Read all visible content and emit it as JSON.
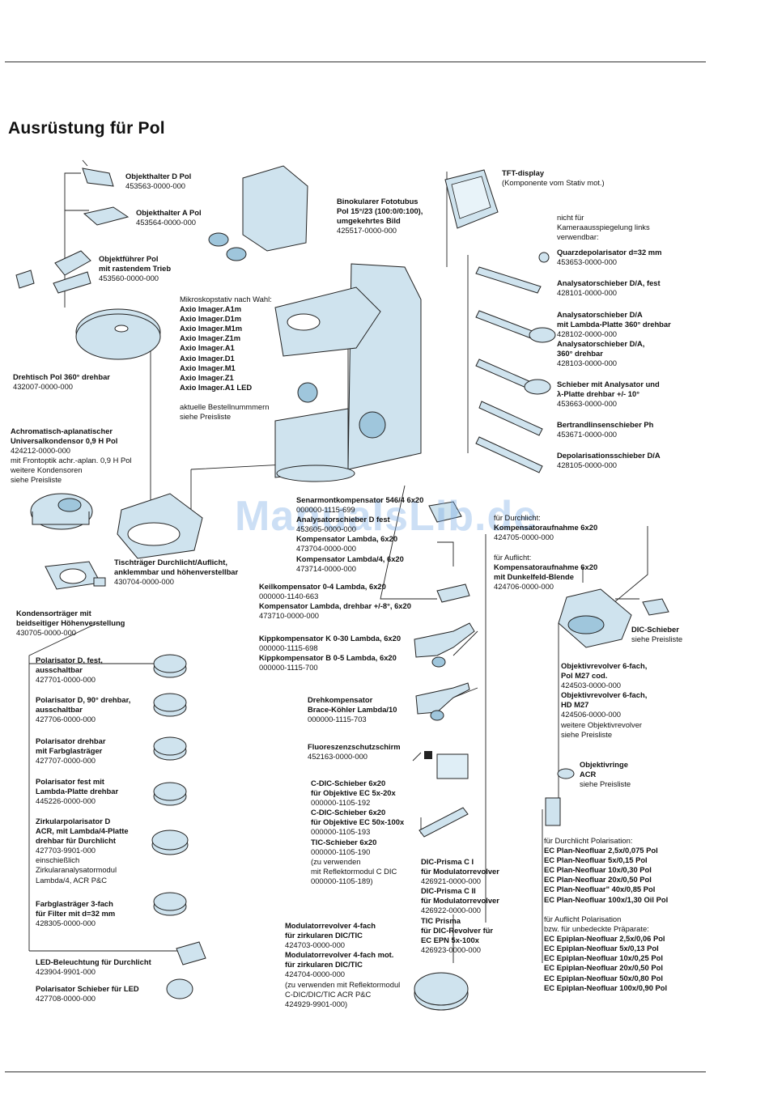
{
  "page": {
    "title": "Ausrüstung für Pol"
  },
  "watermark": "ManualsLib.de",
  "labels": [
    {
      "id": "objekthalter-d-pol",
      "lines": [
        {
          "t": "Objekthalter D Pol",
          "b": true
        },
        {
          "t": "453563-0000-000",
          "b": false
        }
      ]
    },
    {
      "id": "objekthalter-a-pol",
      "lines": [
        {
          "t": "Objekthalter A Pol",
          "b": true
        },
        {
          "t": "453564-0000-000",
          "b": false
        }
      ]
    },
    {
      "id": "objektfuehrer-pol",
      "lines": [
        {
          "t": "Objektführer Pol",
          "b": true
        },
        {
          "t": "mit rastendem Trieb",
          "b": true
        },
        {
          "t": "453560-0000-000",
          "b": false
        }
      ]
    },
    {
      "id": "binokularer-fototubus",
      "lines": [
        {
          "t": "Binokularer Fototubus",
          "b": true
        },
        {
          "t": "Pol 15°/23 (100:0/0:100),",
          "b": true
        },
        {
          "t": "umgekehrtes Bild",
          "b": true
        },
        {
          "t": "425517-0000-000",
          "b": false
        }
      ]
    },
    {
      "id": "tft-display",
      "lines": [
        {
          "t": "TFT-display",
          "b": true
        },
        {
          "t": "(Komponente vom Stativ mot.)",
          "b": false
        }
      ]
    },
    {
      "id": "nicht-fuer-kamera",
      "lines": [
        {
          "t": "nicht für",
          "b": false
        },
        {
          "t": "Kameraausspiegelung links",
          "b": false
        },
        {
          "t": "verwendbar:",
          "b": false
        }
      ]
    },
    {
      "id": "quarzdepolarisator",
      "lines": [
        {
          "t": "Quarzdepolarisator d=32 mm",
          "b": true
        },
        {
          "t": "453653-0000-000",
          "b": false
        }
      ]
    },
    {
      "id": "analysatorschieber-fest",
      "lines": [
        {
          "t": "Analysatorschieber D/A, fest",
          "b": true
        },
        {
          "t": "428101-0000-000",
          "b": false
        }
      ]
    },
    {
      "id": "analysatorschieber-lambda",
      "lines": [
        {
          "t": "Analysatorschieber D/A",
          "b": true
        },
        {
          "t": "mit Lambda-Platte 360° drehbar",
          "b": true
        },
        {
          "t": "428102-0000-000",
          "b": false
        }
      ]
    },
    {
      "id": "analysatorschieber-360",
      "lines": [
        {
          "t": "Analysatorschieber D/A,",
          "b": true
        },
        {
          "t": "360° drehbar",
          "b": true
        },
        {
          "t": "428103-0000-000",
          "b": false
        }
      ]
    },
    {
      "id": "schieber-analysator-lambda",
      "lines": [
        {
          "t": "Schieber mit Analysator und",
          "b": true
        },
        {
          "t": "λ-Platte drehbar +/- 10°",
          "b": true
        },
        {
          "t": "453663-0000-000",
          "b": false
        }
      ]
    },
    {
      "id": "bertrandlinsenschieber",
      "lines": [
        {
          "t": "Bertrandlinsenschieber Ph",
          "b": true
        },
        {
          "t": "453671-0000-000",
          "b": false
        }
      ]
    },
    {
      "id": "depolarisationsschieber",
      "lines": [
        {
          "t": "Depolarisationsschieber D/A",
          "b": true
        },
        {
          "t": "428105-0000-000",
          "b": false
        }
      ]
    },
    {
      "id": "mikroskopstativ",
      "lines": [
        {
          "t": "Mikroskopstativ nach Wahl:",
          "b": false
        },
        {
          "t": "Axio Imager.A1m",
          "b": true
        },
        {
          "t": "Axio Imager.D1m",
          "b": true
        },
        {
          "t": "Axio Imager.M1m",
          "b": true
        },
        {
          "t": "Axio Imager.Z1m",
          "b": true
        },
        {
          "t": "Axio Imager.A1",
          "b": true
        },
        {
          "t": "Axio Imager.D1",
          "b": true
        },
        {
          "t": "Axio Imager.M1",
          "b": true
        },
        {
          "t": "Axio Imager.Z1",
          "b": true
        },
        {
          "t": "Axio Imager.A1 LED",
          "b": true
        },
        {
          "t": "",
          "b": false
        },
        {
          "t": "aktuelle Bestellnummmern",
          "b": false
        },
        {
          "t": "siehe Preisliste",
          "b": false
        }
      ]
    },
    {
      "id": "drehtisch-pol",
      "lines": [
        {
          "t": "Drehtisch Pol 360° drehbar",
          "b": true
        },
        {
          "t": "432007-0000-000",
          "b": false
        }
      ]
    },
    {
      "id": "universalkondensor",
      "lines": [
        {
          "t": "Achromatisch-aplanatischer",
          "b": true
        },
        {
          "t": "Universalkondensor 0,9 H Pol",
          "b": true
        },
        {
          "t": "424212-0000-000",
          "b": false
        },
        {
          "t": "mit Frontoptik achr.-aplan. 0,9 H Pol",
          "b": false
        },
        {
          "t": "weitere Kondensoren",
          "b": false
        },
        {
          "t": "siehe Preisliste",
          "b": false
        }
      ]
    },
    {
      "id": "kompensatoren-senarmont",
      "lines": [
        {
          "t": "Senarmontkompensator 546/4 6x20",
          "b": true
        },
        {
          "t": "000000-1115-699",
          "b": false
        },
        {
          "t": "Analysatorschieber D fest",
          "b": true
        },
        {
          "t": "453605-0000-000",
          "b": false
        },
        {
          "t": "Kompensator Lambda, 6x20",
          "b": true
        },
        {
          "t": "473704-0000-000",
          "b": false
        },
        {
          "t": "Kompensator Lambda/4, 6x20",
          "b": true
        },
        {
          "t": "473714-0000-000",
          "b": false
        }
      ]
    },
    {
      "id": "kompensatoraufnahme-durchlicht",
      "lines": [
        {
          "t": "für Durchlicht:",
          "b": false
        },
        {
          "t": "Kompensatoraufnahme 6x20",
          "b": true
        },
        {
          "t": "424705-0000-000",
          "b": false
        }
      ]
    },
    {
      "id": "kompensatoraufnahme-auflicht",
      "lines": [
        {
          "t": "für Auflicht:",
          "b": false
        },
        {
          "t": "Kompensatoraufnahme 6x20",
          "b": true
        },
        {
          "t": "mit Dunkelfeld-Blende",
          "b": true
        },
        {
          "t": "424706-0000-000",
          "b": false
        }
      ]
    },
    {
      "id": "tischtraeger",
      "lines": [
        {
          "t": "Tischträger Durchlicht/Auflicht,",
          "b": true
        },
        {
          "t": "anklemmbar und höhenverstellbar",
          "b": true
        },
        {
          "t": "430704-0000-000",
          "b": false
        }
      ]
    },
    {
      "id": "keilkompensator",
      "lines": [
        {
          "t": "Keilkompensator 0-4 Lambda, 6x20",
          "b": true
        },
        {
          "t": "000000-1140-663",
          "b": false
        },
        {
          "t": "Kompensator Lambda, drehbar +/-8°, 6x20",
          "b": true
        },
        {
          "t": "473710-0000-000",
          "b": false
        }
      ]
    },
    {
      "id": "kondensortraeger",
      "lines": [
        {
          "t": "Kondensorträger mit",
          "b": true
        },
        {
          "t": "beidseitiger Höhenverstellung",
          "b": true
        },
        {
          "t": "430705-0000-000",
          "b": false
        }
      ]
    },
    {
      "id": "dic-schieber",
      "lines": [
        {
          "t": "DIC-Schieber",
          "b": true
        },
        {
          "t": "siehe Preisliste",
          "b": false
        }
      ]
    },
    {
      "id": "kippkompensator",
      "lines": [
        {
          "t": "Kippkompensator K 0-30 Lambda, 6x20",
          "b": true
        },
        {
          "t": "000000-1115-698",
          "b": false
        },
        {
          "t": "Kippkompensator B 0-5 Lambda, 6x20",
          "b": true
        },
        {
          "t": "000000-1115-700",
          "b": false
        }
      ]
    },
    {
      "id": "polarisator-fest",
      "lines": [
        {
          "t": "Polarisator D, fest,",
          "b": true
        },
        {
          "t": "ausschaltbar",
          "b": true
        },
        {
          "t": "427701-0000-000",
          "b": false
        }
      ]
    },
    {
      "id": "objektivrevolver",
      "lines": [
        {
          "t": "Objektivrevolver 6-fach,",
          "b": true
        },
        {
          "t": "Pol M27 cod.",
          "b": true
        },
        {
          "t": "424503-0000-000",
          "b": false
        },
        {
          "t": "Objektivrevolver 6-fach,",
          "b": true
        },
        {
          "t": "HD M27",
          "b": true
        },
        {
          "t": "424506-0000-000",
          "b": false
        },
        {
          "t": "weitere Objektivrevolver",
          "b": false
        },
        {
          "t": "siehe Preisliste",
          "b": false
        }
      ]
    },
    {
      "id": "drehkompensator",
      "lines": [
        {
          "t": "Drehkompensator",
          "b": true
        },
        {
          "t": "Brace-Köhler Lambda/10",
          "b": true
        },
        {
          "t": "000000-1115-703",
          "b": false
        }
      ]
    },
    {
      "id": "polarisator-90",
      "lines": [
        {
          "t": "Polarisator D, 90° drehbar,",
          "b": true
        },
        {
          "t": "ausschaltbar",
          "b": true
        },
        {
          "t": "427706-0000-000",
          "b": false
        }
      ]
    },
    {
      "id": "polarisator-drehbar",
      "lines": [
        {
          "t": "Polarisator drehbar",
          "b": true
        },
        {
          "t": "mit Farbglasträger",
          "b": true
        },
        {
          "t": "427707-0000-000",
          "b": false
        }
      ]
    },
    {
      "id": "fluoreszenzschutzschirm",
      "lines": [
        {
          "t": "Fluoreszenzschutzschirm",
          "b": true
        },
        {
          "t": "452163-0000-000",
          "b": false
        }
      ]
    },
    {
      "id": "objektivringe",
      "lines": [
        {
          "t": "Objektivringe",
          "b": true
        },
        {
          "t": "ACR",
          "b": true
        },
        {
          "t": "siehe Preisliste",
          "b": false
        }
      ]
    },
    {
      "id": "polarisator-lambda",
      "lines": [
        {
          "t": "Polarisator fest mit",
          "b": true
        },
        {
          "t": "Lambda-Platte drehbar",
          "b": true
        },
        {
          "t": "445226-0000-000",
          "b": false
        }
      ]
    },
    {
      "id": "c-dic-schieber",
      "lines": [
        {
          "t": "C-DIC-Schieber 6x20",
          "b": true
        },
        {
          "t": "für Objektive EC 5x-20x",
          "b": true
        },
        {
          "t": "000000-1105-192",
          "b": false
        },
        {
          "t": "C-DIC-Schieber 6x20",
          "b": true
        },
        {
          "t": "für Objektive EC 50x-100x",
          "b": true
        },
        {
          "t": "000000-1105-193",
          "b": false
        },
        {
          "t": "TIC-Schieber 6x20",
          "b": true
        },
        {
          "t": "000000-1105-190",
          "b": false
        },
        {
          "t": "(zu verwenden",
          "b": false
        },
        {
          "t": "mit Reflektormodul C DIC",
          "b": false
        },
        {
          "t": "000000-1105-189)",
          "b": false
        }
      ]
    },
    {
      "id": "zirkularpolarisator",
      "lines": [
        {
          "t": "Zirkularpolarisator D",
          "b": true
        },
        {
          "t": "ACR, mit Lambda/4-Platte",
          "b": true
        },
        {
          "t": "drehbar für Durchlicht",
          "b": true
        },
        {
          "t": "427703-9901-000",
          "b": false
        },
        {
          "t": "einschießlich",
          "b": false
        },
        {
          "t": "Zirkularanalysatormodul",
          "b": false
        },
        {
          "t": "Lambda/4, ACR P&C",
          "b": false
        }
      ]
    },
    {
      "id": "objektive-durchlicht",
      "lines": [
        {
          "t": "für Durchlicht Polarisation:",
          "b": false
        },
        {
          "t": "EC Plan-Neofluar 2,5x/0,075 Pol",
          "b": true
        },
        {
          "t": "EC Plan-Neofluar 5x/0,15 Pol",
          "b": true
        },
        {
          "t": "EC Plan-Neofluar 10x/0,30 Pol",
          "b": true
        },
        {
          "t": "EC Plan-Neofluar 20x/0,50 Pol",
          "b": true
        },
        {
          "t": "EC Plan-Neofluar\" 40x/0,85 Pol",
          "b": true
        },
        {
          "t": "EC Plan-Neofluar 100x/1,30 Oil Pol",
          "b": true
        }
      ]
    },
    {
      "id": "dic-prisma",
      "lines": [
        {
          "t": "DIC-Prisma C I",
          "b": true
        },
        {
          "t": "für Modulatorrevolver",
          "b": true
        },
        {
          "t": "426921-0000-000",
          "b": false
        },
        {
          "t": "DIC-Prisma C II",
          "b": true
        },
        {
          "t": "für Modulatorrevolver",
          "b": true
        },
        {
          "t": "426922-0000-000",
          "b": false
        },
        {
          "t": "TIC Prisma",
          "b": true
        },
        {
          "t": "für DIC-Revolver für",
          "b": true
        },
        {
          "t": "EC EPN 5x-100x",
          "b": true
        },
        {
          "t": "426923-0000-000",
          "b": false
        }
      ]
    },
    {
      "id": "farbglastraeger",
      "lines": [
        {
          "t": "Farbglasträger 3-fach",
          "b": true
        },
        {
          "t": "für Filter mit d=32 mm",
          "b": true
        },
        {
          "t": "428305-0000-000",
          "b": false
        }
      ]
    },
    {
      "id": "objektive-auflicht",
      "lines": [
        {
          "t": "für Auflicht Polarisation",
          "b": false
        },
        {
          "t": "bzw. für unbedeckte Präparate:",
          "b": false
        },
        {
          "t": "EC Epiplan-Neofluar 2,5x/0,06 Pol",
          "b": true
        },
        {
          "t": "EC Epiplan-Neofluar 5x/0,13 Pol",
          "b": true
        },
        {
          "t": "EC Epiplan-Neofluar 10x/0,25 Pol",
          "b": true
        },
        {
          "t": "EC Epiplan-Neofluar 20x/0,50 Pol",
          "b": true
        },
        {
          "t": "EC Epiplan-Neofluar 50x/0,80 Pol",
          "b": true
        },
        {
          "t": "EC Epiplan-Neofluar 100x/0,90 Pol",
          "b": true
        }
      ]
    },
    {
      "id": "modulatorrevolver",
      "lines": [
        {
          "t": "Modulatorrevolver 4-fach",
          "b": true
        },
        {
          "t": "für zirkularen DIC/TIC",
          "b": true
        },
        {
          "t": "424703-0000-000",
          "b": false
        },
        {
          "t": "Modulatorrevolver 4-fach mot.",
          "b": true
        },
        {
          "t": "für zirkularen DIC/TIC",
          "b": true
        },
        {
          "t": "424704-0000-000",
          "b": false
        },
        {
          "t": "(zu verwenden mit Reflektormodul",
          "b": false
        },
        {
          "t": "C-DIC/DIC/TIC ACR P&C",
          "b": false
        },
        {
          "t": "424929-9901-000)",
          "b": false
        }
      ]
    },
    {
      "id": "led-beleuchtung",
      "lines": [
        {
          "t": "LED-Beleuchtung für Durchlicht",
          "b": true
        },
        {
          "t": "423904-9901-000",
          "b": false
        }
      ]
    },
    {
      "id": "polarisator-schieber-led",
      "lines": [
        {
          "t": "Polarisator Schieber für LED",
          "b": true
        },
        {
          "t": "427708-0000-000",
          "b": false
        }
      ]
    }
  ]
}
